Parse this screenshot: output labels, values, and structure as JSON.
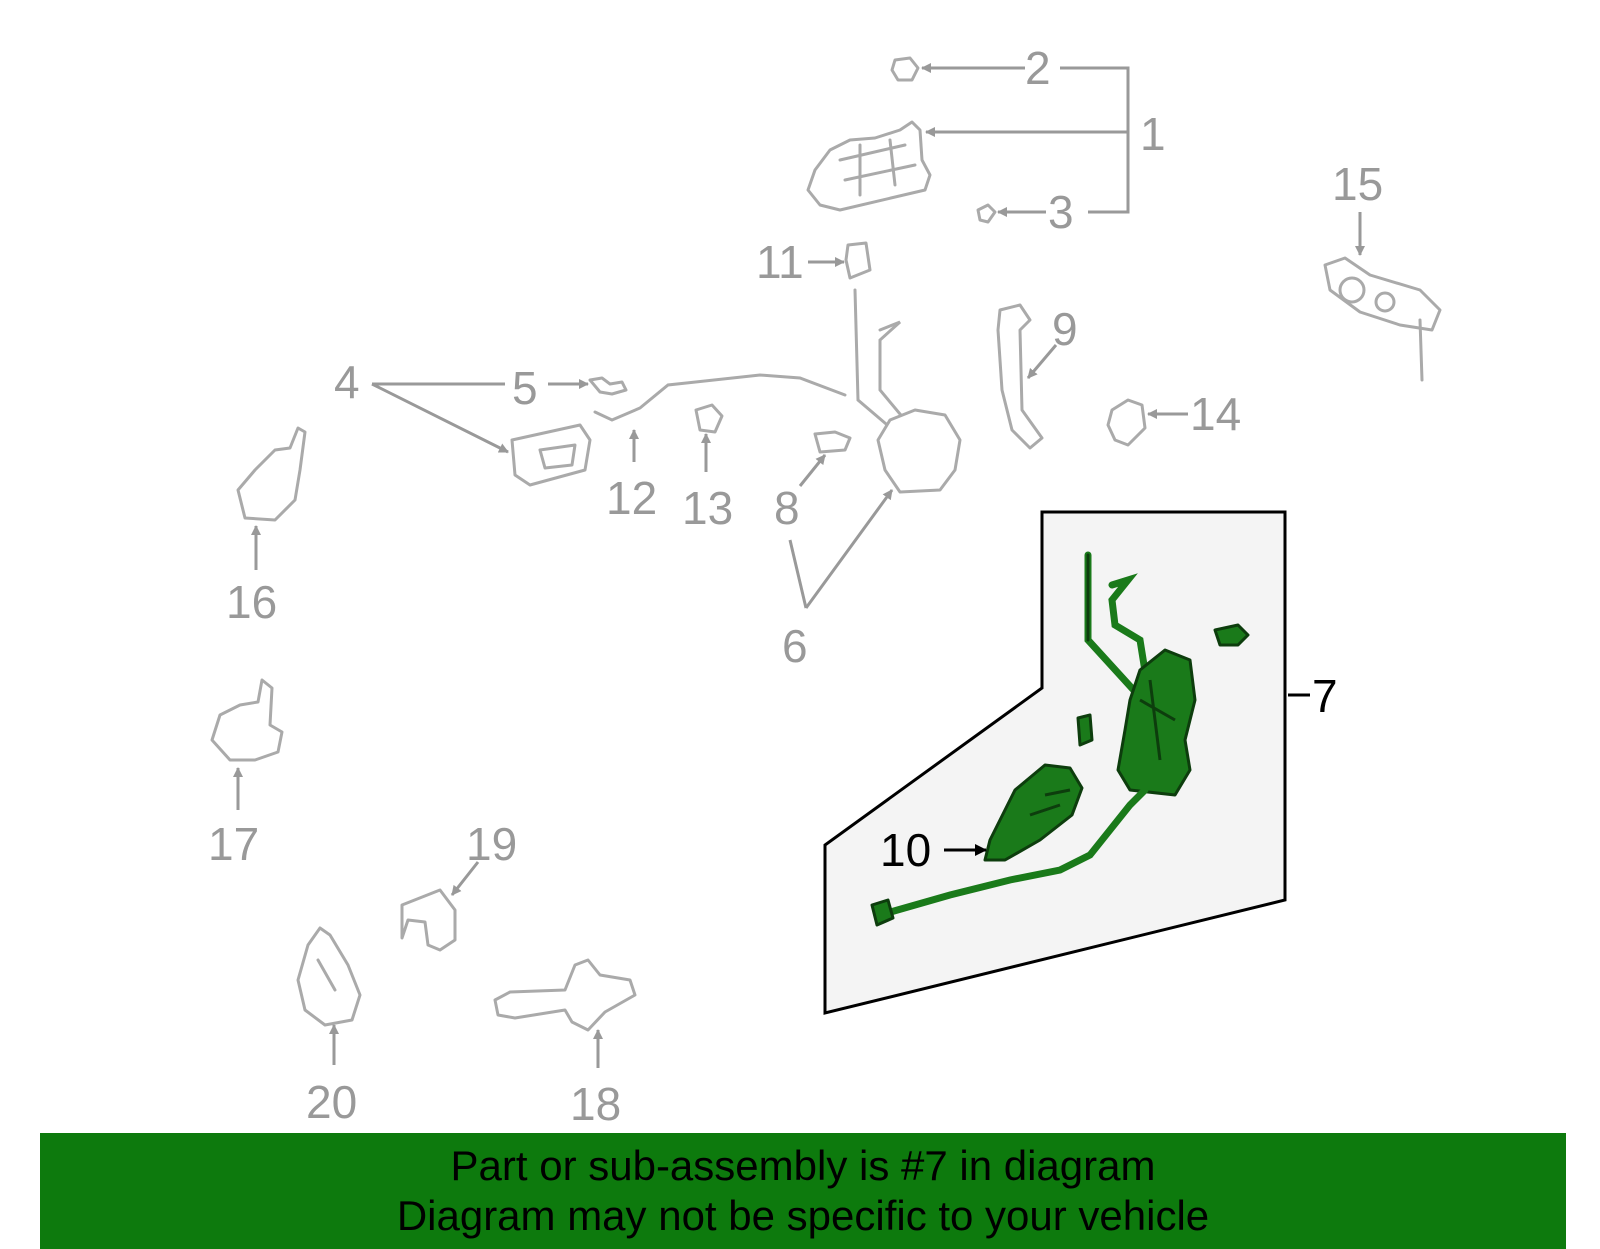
{
  "diagram": {
    "labels": {
      "n1": "1",
      "n2": "2",
      "n3": "3",
      "n4": "4",
      "n5": "5",
      "n6": "6",
      "n7": "7",
      "n8": "8",
      "n9": "9",
      "n10": "10",
      "n11": "11",
      "n12": "12",
      "n13": "13",
      "n14": "14",
      "n15": "15",
      "n16": "16",
      "n17": "17",
      "n18": "18",
      "n19": "19",
      "n20": "20"
    },
    "colors": {
      "highlight_part": "#1a7a1a",
      "gray_part": "#aaaaaa",
      "banner": "#0d7a0d"
    }
  },
  "banner": {
    "line1": "Part or sub-assembly is #7 in diagram",
    "line2": "Diagram may not be specific to your vehicle"
  }
}
